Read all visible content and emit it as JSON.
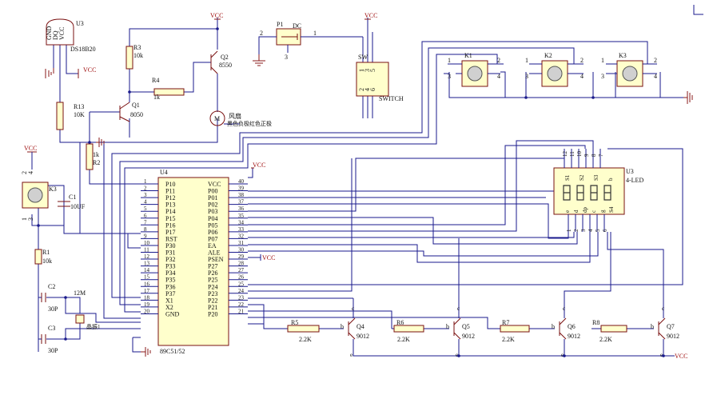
{
  "ic_u4": {
    "ref": "U4",
    "part": "89C51/52",
    "left_pins": [
      {
        "num": "1",
        "name": "P10"
      },
      {
        "num": "2",
        "name": "P11"
      },
      {
        "num": "3",
        "name": "P12"
      },
      {
        "num": "4",
        "name": "P13"
      },
      {
        "num": "5",
        "name": "P14"
      },
      {
        "num": "6",
        "name": "P15"
      },
      {
        "num": "7",
        "name": "P16"
      },
      {
        "num": "8",
        "name": "P17"
      },
      {
        "num": "9",
        "name": "RST"
      },
      {
        "num": "10",
        "name": "P30"
      },
      {
        "num": "11",
        "name": "P31"
      },
      {
        "num": "12",
        "name": "P32"
      },
      {
        "num": "13",
        "name": "P33"
      },
      {
        "num": "14",
        "name": "P34"
      },
      {
        "num": "15",
        "name": "P35"
      },
      {
        "num": "16",
        "name": "P36"
      },
      {
        "num": "17",
        "name": "P37"
      },
      {
        "num": "18",
        "name": "X1"
      },
      {
        "num": "19",
        "name": "X2"
      },
      {
        "num": "20",
        "name": "GND"
      }
    ],
    "right_pins": [
      {
        "num": "40",
        "name": "VCC"
      },
      {
        "num": "39",
        "name": "P00"
      },
      {
        "num": "38",
        "name": "P01"
      },
      {
        "num": "37",
        "name": "P02"
      },
      {
        "num": "36",
        "name": "P03"
      },
      {
        "num": "35",
        "name": "P04"
      },
      {
        "num": "34",
        "name": "P05"
      },
      {
        "num": "33",
        "name": "P06"
      },
      {
        "num": "32",
        "name": "P07"
      },
      {
        "num": "31",
        "name": "EA"
      },
      {
        "num": "30",
        "name": "ALE"
      },
      {
        "num": "29",
        "name": "PSEN"
      },
      {
        "num": "28",
        "name": "P27"
      },
      {
        "num": "27",
        "name": "P26"
      },
      {
        "num": "26",
        "name": "P25"
      },
      {
        "num": "25",
        "name": "P24"
      },
      {
        "num": "24",
        "name": "P23"
      },
      {
        "num": "23",
        "name": "P22"
      },
      {
        "num": "22",
        "name": "P21"
      },
      {
        "num": "21",
        "name": "P20"
      }
    ]
  },
  "sensor_u3": {
    "ref": "U3",
    "part": "DS18B20",
    "pins": [
      "GND",
      "DQ",
      "VCC"
    ]
  },
  "display_u3": {
    "ref": "U3",
    "part": "4-LED",
    "top_pins": [
      "12",
      "11",
      "10",
      "9",
      "8",
      "7"
    ],
    "top_labels": [
      "S1",
      "S2",
      "S3",
      "b"
    ],
    "bottom_pins": [
      "1",
      "2",
      "3",
      "4",
      "5",
      "6"
    ],
    "bottom_labels": [
      "e",
      "d",
      "dp",
      "c",
      "g",
      "S4"
    ]
  },
  "supply": {
    "vcc": "VCC"
  },
  "resistors": {
    "r3": {
      "ref": "R3",
      "value": "10k"
    },
    "r4": {
      "ref": "R4",
      "value": "1k"
    },
    "r13": {
      "ref": "R13",
      "value": "10K"
    },
    "r2": {
      "ref": "R2",
      "value": "1k"
    },
    "r1": {
      "ref": "R1",
      "value": "10k"
    },
    "r5": {
      "ref": "R5",
      "value": "2.2K"
    },
    "r6": {
      "ref": "R6",
      "value": "2.2K"
    },
    "r7": {
      "ref": "R7",
      "value": "2.2K"
    },
    "r8": {
      "ref": "R8",
      "value": "2.2K"
    }
  },
  "transistors": {
    "q1": {
      "ref": "Q1",
      "part": "8050"
    },
    "q2": {
      "ref": "Q2",
      "part": "8550"
    },
    "q4": {
      "ref": "Q4",
      "part": "9012"
    },
    "q5": {
      "ref": "Q5",
      "part": "9012"
    },
    "q6": {
      "ref": "Q6",
      "part": "9012"
    },
    "q7": {
      "ref": "Q7",
      "part": "9012"
    },
    "pin_b": "b",
    "pin_c": "c",
    "pin_e": "e"
  },
  "capacitors": {
    "c1": {
      "ref": "C1",
      "value": "10UF"
    },
    "c2": {
      "ref": "C2",
      "value": "30P"
    },
    "c3": {
      "ref": "C3",
      "value": "30P"
    }
  },
  "crystal": {
    "freq": "12M",
    "label": "晶振1"
  },
  "motor": {
    "symbol": "M",
    "label1": "风扇",
    "label2": "黑色负极红色正极"
  },
  "connector_p1": {
    "ref": "P1",
    "label": "DC",
    "pins": [
      "2",
      "1",
      "3"
    ]
  },
  "switch_sw": {
    "ref": "SW",
    "label": "SWITCH",
    "top_pins": [
      "1",
      "3",
      "5"
    ],
    "bottom_pins": [
      "2",
      "4",
      "6"
    ]
  },
  "keys": [
    {
      "ref": "K1",
      "pins": [
        "1",
        "2",
        "3",
        "4"
      ]
    },
    {
      "ref": "K2",
      "pins": [
        "1",
        "2",
        "3",
        "4"
      ]
    },
    {
      "ref": "K3",
      "pins": [
        "1",
        "2",
        "3",
        "4"
      ]
    }
  ],
  "reset_key": {
    "ref": "K3",
    "pins": [
      "2",
      "4",
      "1",
      "3"
    ]
  }
}
